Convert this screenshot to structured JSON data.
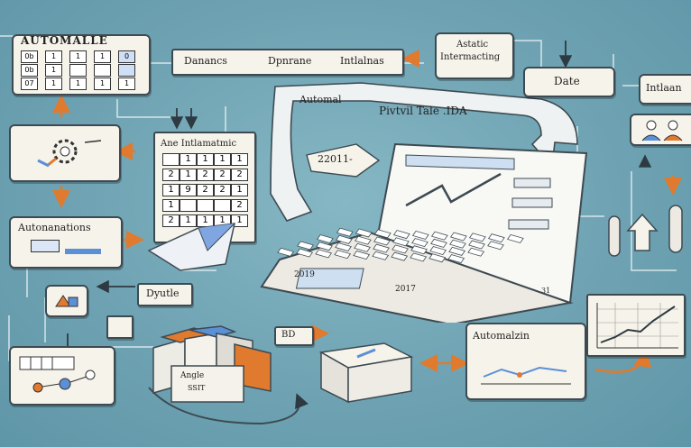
{
  "labels": {
    "automalle": "AUTOMALLE",
    "dananics": "Danancs",
    "dpnrane": "Dpnrane",
    "intlalnas": "Intlalnas",
    "astatic_1": "Astatic",
    "astatic_2": "Intermacting",
    "date": "Date",
    "intlaan": "Intlaan",
    "automal": "Automal",
    "pivot_title": "Pivtvil Tale .IDA",
    "ane_title": "Ane Intlamatmic",
    "year_label": "22011-",
    "automnations": "Autonanations",
    "dyutle": "Dyutle",
    "automalzin": "Automalzin",
    "bd": "BD",
    "angle": "Angle",
    "ssit": "SSIT",
    "y2017": "2017",
    "y2019": "2019",
    "y31": "31"
  },
  "grid": [
    [
      "",
      "1",
      "1",
      "1",
      "1"
    ],
    [
      "2",
      "1",
      "2",
      "2",
      "2"
    ],
    [
      "1",
      "9",
      "2",
      "2",
      "1"
    ],
    [
      "1",
      "",
      "",
      "",
      "2"
    ],
    [
      "2",
      "1",
      "1",
      "1",
      "1"
    ]
  ],
  "calendar": [
    [
      "0b",
      "1",
      "1",
      "1",
      "0"
    ],
    [
      "0b",
      "1",
      "",
      "",
      ""
    ],
    [
      "07",
      "1",
      "1",
      "1",
      "1"
    ]
  ],
  "colors": {
    "background": "#6fa3b3",
    "card": "#f6f3ea",
    "ink": "#3d4a52",
    "orange": "#e07a2e",
    "blue": "#5b8fd6"
  }
}
